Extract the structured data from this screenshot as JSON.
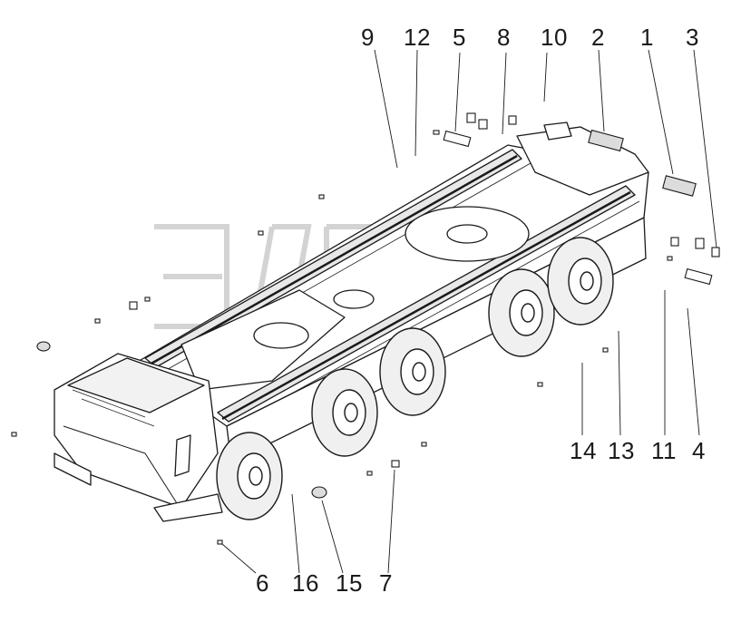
{
  "diagram": {
    "watermark": "ЭЛП",
    "callouts": {
      "n1": "1",
      "n2": "2",
      "n3": "3",
      "n4": "4",
      "n5": "5",
      "n6": "6",
      "n7": "7",
      "n8": "8",
      "n9": "9",
      "n10": "10",
      "n11": "11",
      "n12": "12",
      "n13": "13",
      "n14": "14",
      "n15": "15",
      "n16": "16"
    },
    "colors": {
      "line": "#1a1a1a",
      "watermark": "#cfcfcf",
      "fill": "#ffffff"
    }
  }
}
